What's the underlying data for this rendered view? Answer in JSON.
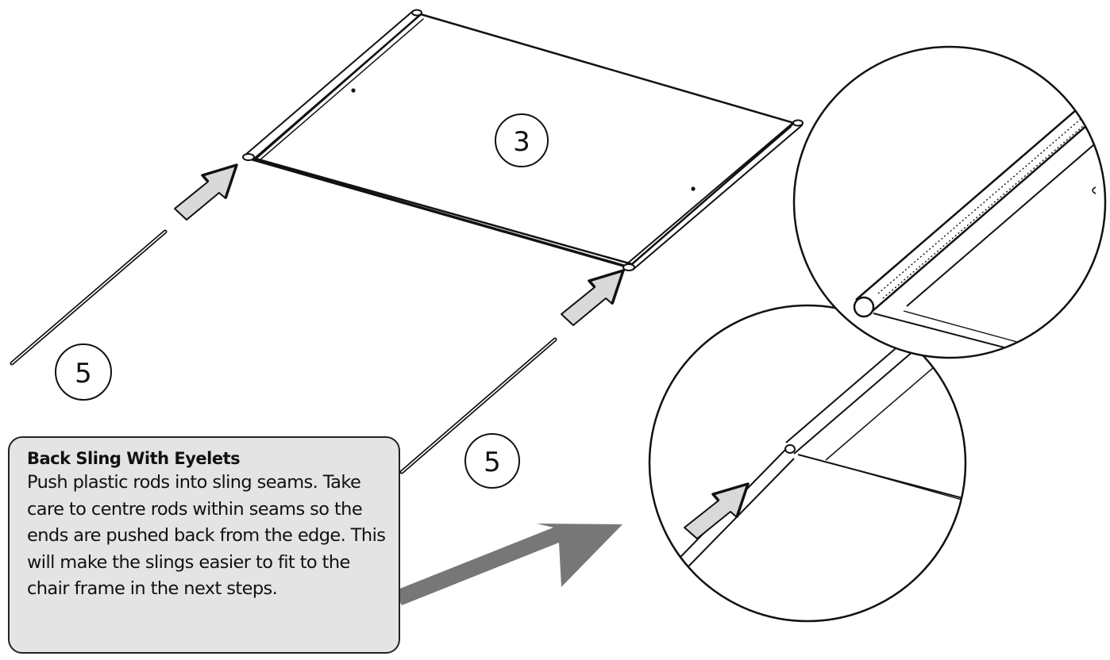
{
  "callouts": {
    "part_sling": "3",
    "part_rod_left": "5",
    "part_rod_right": "5"
  },
  "instruction": {
    "title": "Back Sling With Eyelets",
    "body": "Push plastic rods into sling seams. Take care to centre rods within seams so the ends are pushed back from the edge. This will make the slings easier to fit to the chair frame in the next steps."
  },
  "colors": {
    "line": "#111111",
    "arrow_fill": "#d9d9d9",
    "big_arrow": "#777777",
    "box_fill": "#e4e4e4"
  }
}
